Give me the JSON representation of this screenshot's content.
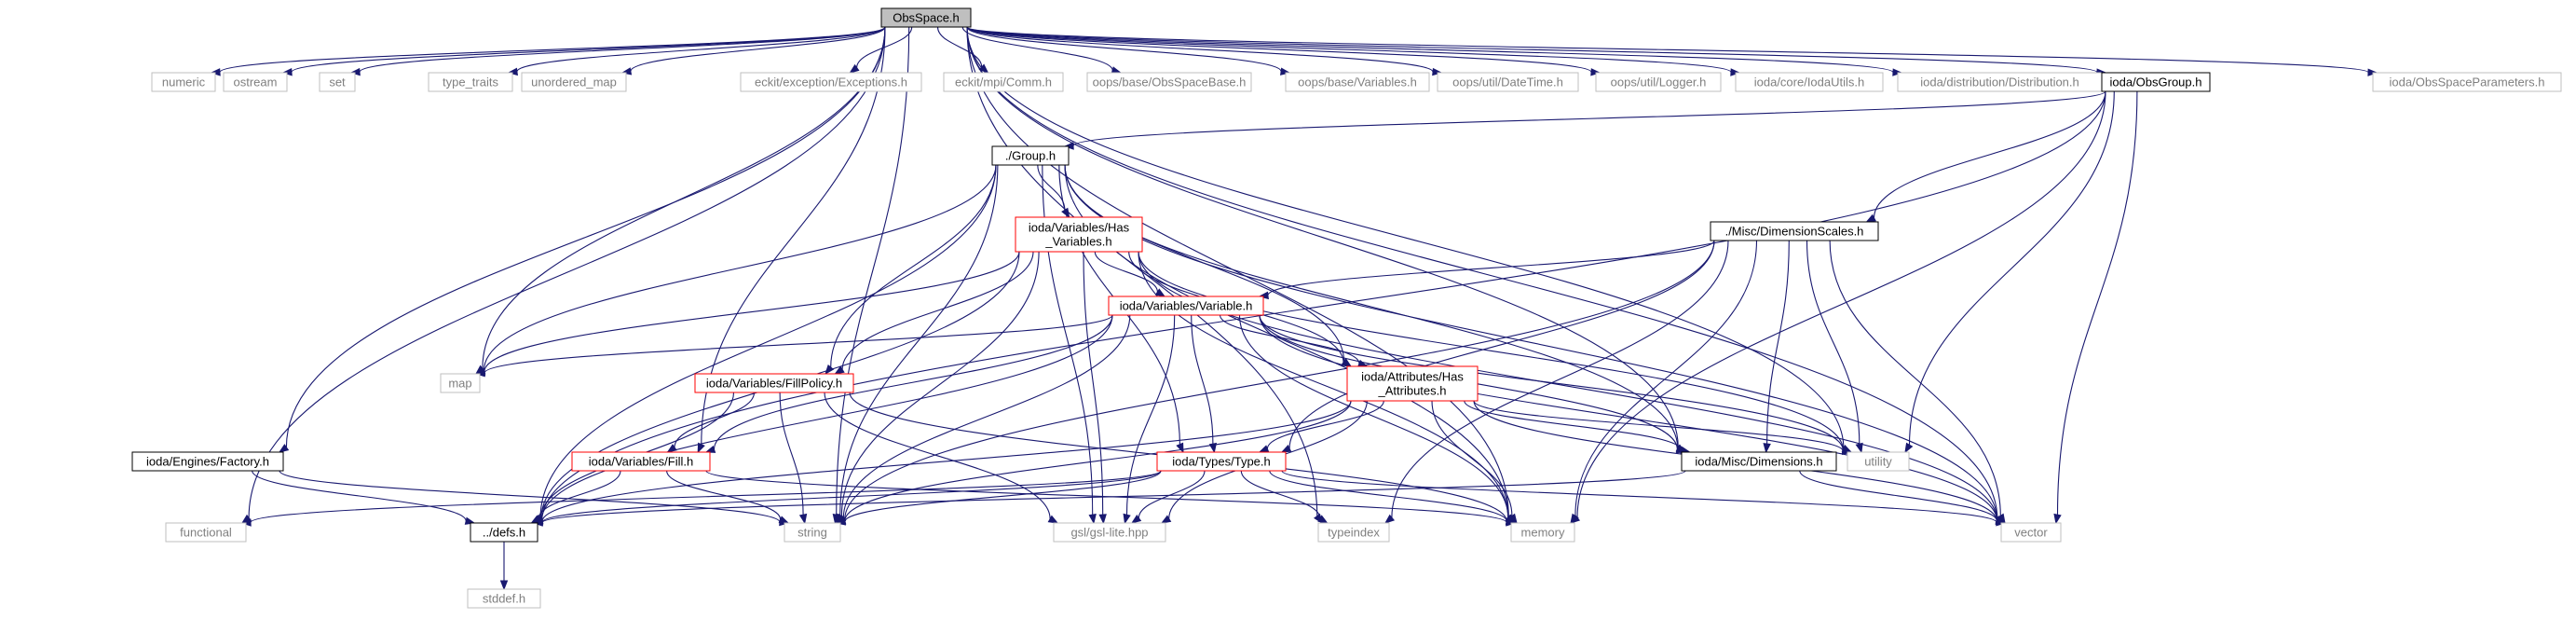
{
  "nodes": {
    "obsspace": {
      "label": "ObsSpace.h",
      "kind": "root"
    },
    "numeric": {
      "label": "numeric",
      "kind": "system"
    },
    "ostream": {
      "label": "ostream",
      "kind": "system"
    },
    "set": {
      "label": "set",
      "kind": "system"
    },
    "type_traits": {
      "label": "type_traits",
      "kind": "system"
    },
    "unordered_map": {
      "label": "unordered_map",
      "kind": "system"
    },
    "exceptions": {
      "label": "eckit/exception/Exceptions.h",
      "kind": "system"
    },
    "comm": {
      "label": "eckit/mpi/Comm.h",
      "kind": "system"
    },
    "obsspacebase": {
      "label": "oops/base/ObsSpaceBase.h",
      "kind": "system"
    },
    "oopsvariables": {
      "label": "oops/base/Variables.h",
      "kind": "system"
    },
    "datetime": {
      "label": "oops/util/DateTime.h",
      "kind": "system"
    },
    "logger": {
      "label": "oops/util/Logger.h",
      "kind": "system"
    },
    "iodautils": {
      "label": "ioda/core/IodaUtils.h",
      "kind": "system"
    },
    "distribution": {
      "label": "ioda/distribution/Distribution.h",
      "kind": "system"
    },
    "obsgroup": {
      "label": "ioda/ObsGroup.h",
      "kind": "documented"
    },
    "obsspaceparams": {
      "label": "ioda/ObsSpaceParameters.h",
      "kind": "system"
    },
    "group": {
      "label": "./Group.h",
      "kind": "documented"
    },
    "hasvariables": {
      "label": "ioda/Variables/Has_Variables.h",
      "label_lines": [
        "ioda/Variables/Has",
        "_Variables.h"
      ],
      "kind": "truncated"
    },
    "dimscales": {
      "label": "./Misc/DimensionScales.h",
      "kind": "documented"
    },
    "variable": {
      "label": "ioda/Variables/Variable.h",
      "kind": "truncated"
    },
    "map": {
      "label": "map",
      "kind": "system"
    },
    "fillpolicy": {
      "label": "ioda/Variables/FillPolicy.h",
      "kind": "truncated"
    },
    "hasattributes": {
      "label": "ioda/Attributes/Has_Attributes.h",
      "label_lines": [
        "ioda/Attributes/Has",
        "_Attributes.h"
      ],
      "kind": "truncated"
    },
    "utility": {
      "label": "utility",
      "kind": "system"
    },
    "factory": {
      "label": "ioda/Engines/Factory.h",
      "kind": "documented"
    },
    "fill": {
      "label": "ioda/Variables/Fill.h",
      "kind": "truncated"
    },
    "type": {
      "label": "ioda/Types/Type.h",
      "kind": "truncated"
    },
    "dimensions": {
      "label": "ioda/Misc/Dimensions.h",
      "kind": "documented"
    },
    "functional": {
      "label": "functional",
      "kind": "system"
    },
    "defs": {
      "label": "../defs.h",
      "kind": "documented"
    },
    "string": {
      "label": "string",
      "kind": "system"
    },
    "gsllite": {
      "label": "gsl/gsl-lite.hpp",
      "kind": "system"
    },
    "typeindex": {
      "label": "typeindex",
      "kind": "system"
    },
    "memory": {
      "label": "memory",
      "kind": "system"
    },
    "vector": {
      "label": "vector",
      "kind": "system"
    },
    "stddef": {
      "label": "stddef.h",
      "kind": "system"
    }
  },
  "edges": [
    [
      "obsspace",
      "numeric"
    ],
    [
      "obsspace",
      "ostream"
    ],
    [
      "obsspace",
      "set"
    ],
    [
      "obsspace",
      "type_traits"
    ],
    [
      "obsspace",
      "unordered_map"
    ],
    [
      "obsspace",
      "exceptions"
    ],
    [
      "obsspace",
      "comm"
    ],
    [
      "obsspace",
      "obsspacebase"
    ],
    [
      "obsspace",
      "oopsvariables"
    ],
    [
      "obsspace",
      "datetime"
    ],
    [
      "obsspace",
      "logger"
    ],
    [
      "obsspace",
      "iodautils"
    ],
    [
      "obsspace",
      "distribution"
    ],
    [
      "obsspace",
      "obsgroup"
    ],
    [
      "obsspace",
      "obsspaceparams"
    ],
    [
      "obsspace",
      "functional"
    ],
    [
      "obsspace",
      "factory"
    ],
    [
      "obsspace",
      "string"
    ],
    [
      "obsspace",
      "fill"
    ],
    [
      "obsspace",
      "map"
    ],
    [
      "obsspace",
      "memory"
    ],
    [
      "obsspace",
      "utility"
    ],
    [
      "obsspace",
      "vector"
    ],
    [
      "obsspace",
      "dimensions"
    ],
    [
      "obsspace",
      "typeindex"
    ],
    [
      "obsgroup",
      "group"
    ],
    [
      "obsgroup",
      "dimscales"
    ],
    [
      "obsgroup",
      "defs"
    ],
    [
      "obsgroup",
      "utility"
    ],
    [
      "obsgroup",
      "memory"
    ],
    [
      "obsgroup",
      "vector"
    ],
    [
      "group",
      "hasvariables"
    ],
    [
      "group",
      "fillpolicy"
    ],
    [
      "group",
      "hasattributes"
    ],
    [
      "group",
      "map"
    ],
    [
      "group",
      "string"
    ],
    [
      "group",
      "gsllite"
    ],
    [
      "group",
      "defs"
    ],
    [
      "group",
      "type"
    ],
    [
      "group",
      "memory"
    ],
    [
      "group",
      "vector"
    ],
    [
      "group",
      "dimensions"
    ],
    [
      "hasvariables",
      "variable"
    ],
    [
      "hasvariables",
      "fillpolicy"
    ],
    [
      "hasvariables",
      "hasattributes"
    ],
    [
      "hasvariables",
      "map"
    ],
    [
      "hasvariables",
      "string"
    ],
    [
      "hasvariables",
      "gsllite"
    ],
    [
      "hasvariables",
      "defs"
    ],
    [
      "hasvariables",
      "memory"
    ],
    [
      "hasvariables",
      "utility"
    ],
    [
      "hasvariables",
      "vector"
    ],
    [
      "dimscales",
      "variable"
    ],
    [
      "dimscales",
      "dimensions"
    ],
    [
      "dimscales",
      "type"
    ],
    [
      "dimscales",
      "string"
    ],
    [
      "dimscales",
      "memory"
    ],
    [
      "dimscales",
      "utility"
    ],
    [
      "dimscales",
      "vector"
    ],
    [
      "dimscales",
      "typeindex"
    ],
    [
      "variable",
      "hasattributes"
    ],
    [
      "variable",
      "fill"
    ],
    [
      "variable",
      "type"
    ],
    [
      "variable",
      "map"
    ],
    [
      "variable",
      "string"
    ],
    [
      "variable",
      "gsllite"
    ],
    [
      "variable",
      "defs"
    ],
    [
      "variable",
      "memory"
    ],
    [
      "variable",
      "utility"
    ],
    [
      "variable",
      "vector"
    ],
    [
      "variable",
      "dimensions"
    ],
    [
      "fillpolicy",
      "fill"
    ],
    [
      "fillpolicy",
      "defs"
    ],
    [
      "fillpolicy",
      "string"
    ],
    [
      "fillpolicy",
      "gsllite"
    ],
    [
      "fillpolicy",
      "memory"
    ],
    [
      "hasattributes",
      "type"
    ],
    [
      "hasattributes",
      "dimensions"
    ],
    [
      "hasattributes",
      "defs"
    ],
    [
      "hasattributes",
      "string"
    ],
    [
      "hasattributes",
      "gsllite"
    ],
    [
      "hasattributes",
      "memory"
    ],
    [
      "hasattributes",
      "utility"
    ],
    [
      "hasattributes",
      "vector"
    ],
    [
      "fill",
      "defs"
    ],
    [
      "fill",
      "string"
    ],
    [
      "fill",
      "memory"
    ],
    [
      "factory",
      "defs"
    ],
    [
      "factory",
      "string"
    ],
    [
      "type",
      "defs"
    ],
    [
      "type",
      "string"
    ],
    [
      "type",
      "gsllite"
    ],
    [
      "type",
      "typeindex"
    ],
    [
      "type",
      "memory"
    ],
    [
      "type",
      "vector"
    ],
    [
      "type",
      "functional"
    ],
    [
      "dimensions",
      "defs"
    ],
    [
      "dimensions",
      "vector"
    ],
    [
      "defs",
      "stddef"
    ]
  ],
  "colors": {
    "edge": "#191970",
    "root_fill": "#bfbfbf",
    "documented_border": "#000000",
    "truncated_border": "#ff0000",
    "system_border": "#bfbfbf",
    "system_text": "#7f7f7f",
    "text": "#000000"
  }
}
